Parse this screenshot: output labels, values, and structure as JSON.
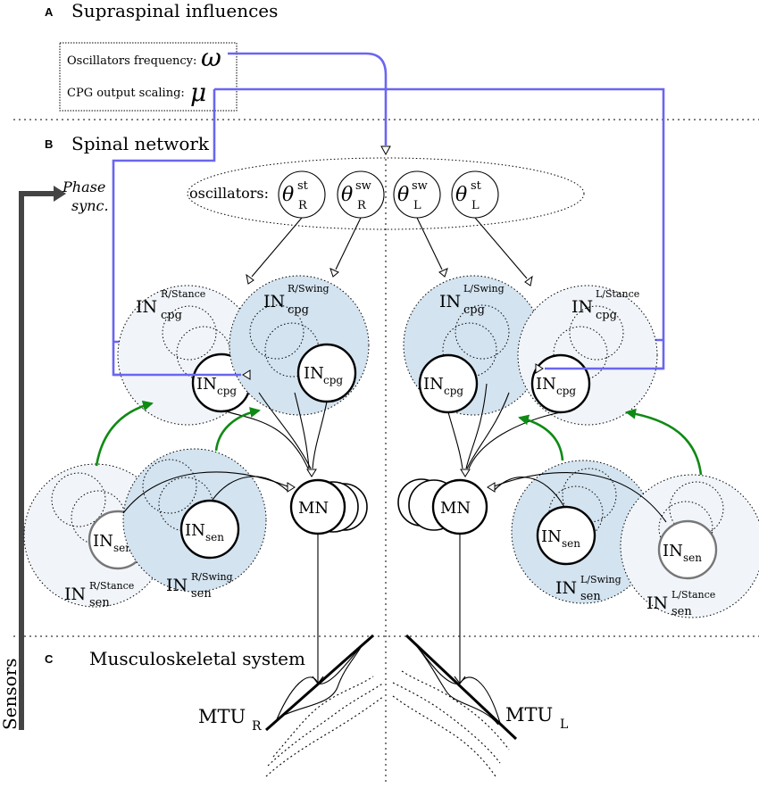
{
  "sections": {
    "a": {
      "letter": "A",
      "title": "Supraspinal influences"
    },
    "b": {
      "letter": "B",
      "title": "Spinal network"
    },
    "c": {
      "letter": "C",
      "title": "Musculoskeletal system"
    }
  },
  "supraspinal_box": {
    "freq_label": "Oscillators frequency:",
    "freq_symbol": "ω",
    "scaling_label": "CPG output scaling:",
    "scaling_symbol": "μ"
  },
  "oscillators": {
    "label": "oscillators:",
    "theta": "θ",
    "items": [
      {
        "sup": "st",
        "sub": "R"
      },
      {
        "sup": "sw",
        "sub": "R"
      },
      {
        "sup": "sw",
        "sub": "L"
      },
      {
        "sup": "st",
        "sub": "L"
      }
    ]
  },
  "sync": {
    "line1": "Phase",
    "line2": "sync."
  },
  "sensors_label": "Sensors",
  "neurons": {
    "in_main": "IN",
    "cpg_sub": "cpg",
    "sen_sub": "sen",
    "mn": "MN"
  },
  "groups": {
    "r_stance_cpg": "R/Stance",
    "r_swing_cpg": "R/Swing",
    "l_swing_cpg": "L/Swing",
    "l_stance_cpg": "L/Stance",
    "r_stance_sen": "R/Stance",
    "r_swing_sen": "R/Swing",
    "l_swing_sen": "L/Swing",
    "l_stance_sen": "L/Stance"
  },
  "mtu": {
    "main": "MTU",
    "right": "R",
    "left": "L"
  },
  "colors": {
    "supraspinal_line": "#6a66f0",
    "feedback_arrow": "#0f8a14",
    "swing_fill": "#d3e3f0",
    "stance_fill": "#f1f5fa",
    "sensor_bar": "#444444"
  }
}
